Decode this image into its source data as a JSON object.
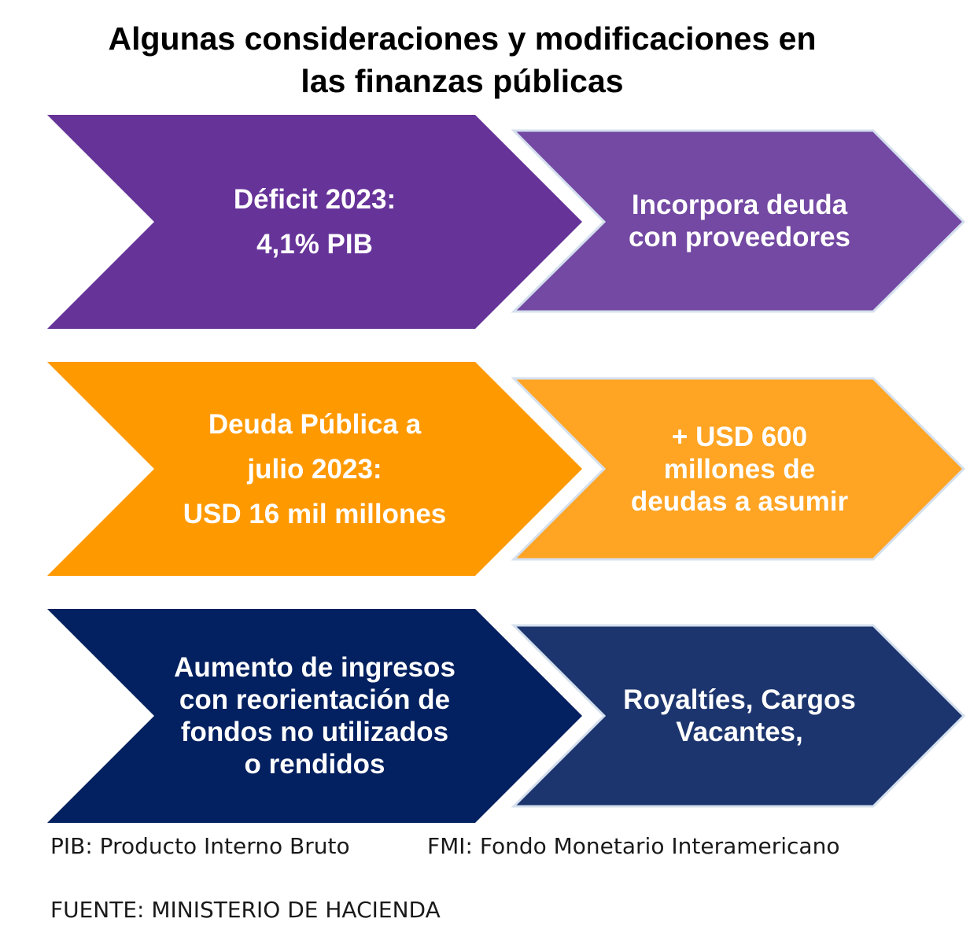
{
  "title": {
    "line1": "Algunas consideraciones y modificaciones en",
    "line2": "las finanzas públicas"
  },
  "colors": {
    "row1_left": "#663399",
    "row1_right": "#7349A3",
    "row2_left": "#FF9900",
    "row2_right": "#FFA423",
    "row3_left": "#032060",
    "row3_right": "#1C356E",
    "border_right": "#D5E0EE"
  },
  "rows": [
    {
      "left": {
        "lines": [
          "Déficit 2023:",
          "4,1% PIB"
        ]
      },
      "right": {
        "lines": [
          "Incorpora deuda",
          "con proveedores"
        ]
      }
    },
    {
      "left": {
        "lines": [
          "Deuda Pública a",
          "julio 2023:",
          "USD 16 mil millones"
        ]
      },
      "right": {
        "lines": [
          "+ USD 600",
          "millones de",
          "deudas a asumir"
        ]
      }
    },
    {
      "left": {
        "lines": [
          "Aumento de ingresos",
          "con reorientación de",
          "fondos no utilizados",
          "o rendidos"
        ]
      },
      "right": {
        "lines": [
          "Royaltíes, Cargos",
          "Vacantes,"
        ]
      }
    }
  ],
  "footnotes": {
    "pib": "PIB: Producto Interno Bruto",
    "fmi": "FMI: Fondo Monetario Interamericano",
    "source": "FUENTE: MINISTERIO DE HACIENDA"
  }
}
